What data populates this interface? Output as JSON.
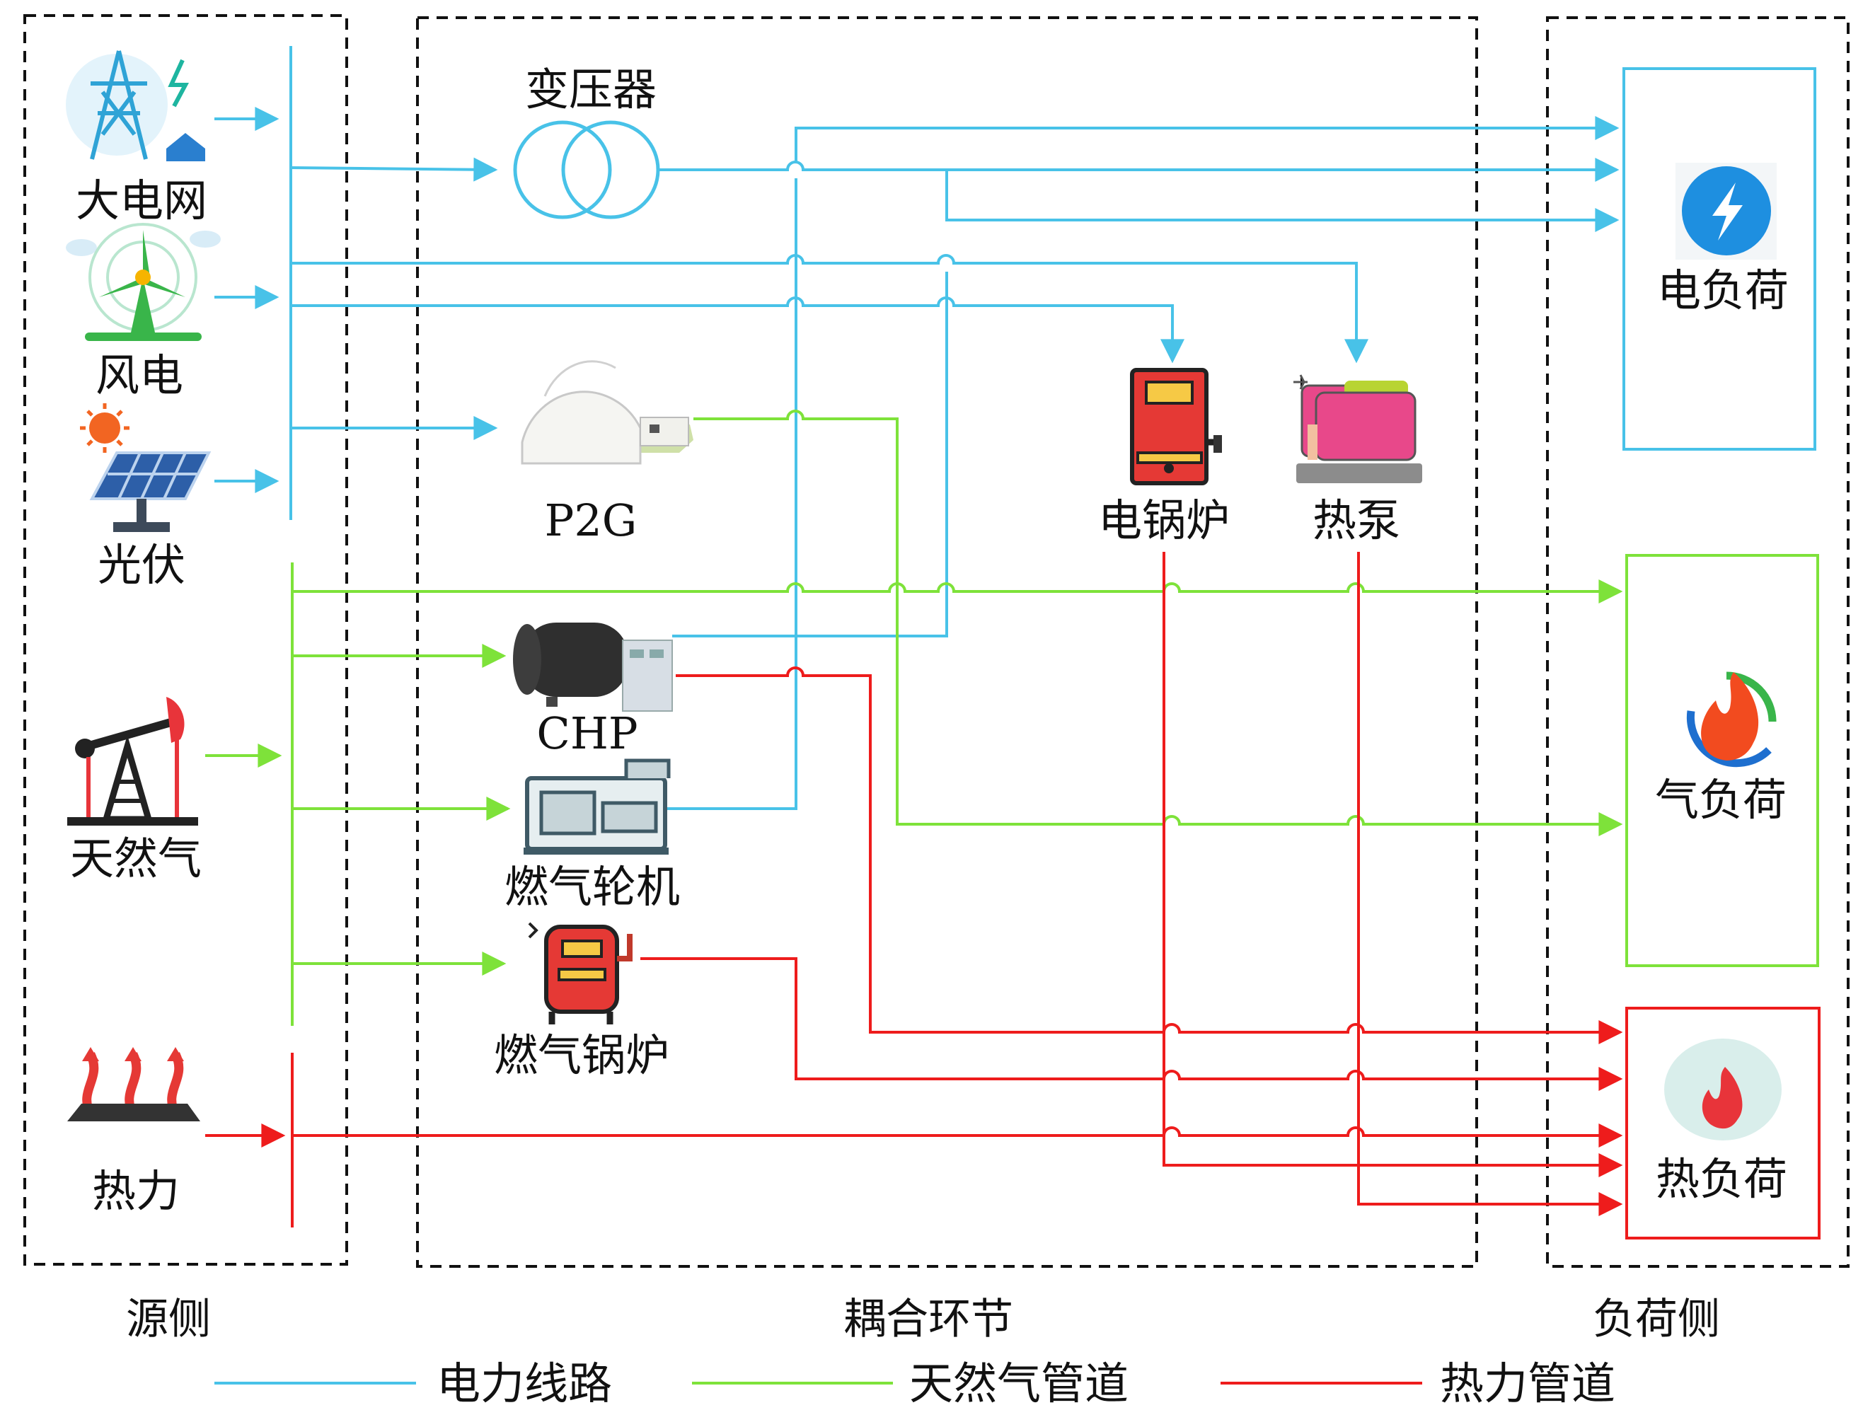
{
  "sections": {
    "source": "源侧",
    "coupling": "耦合环节",
    "load": "负荷侧"
  },
  "sources": {
    "grid": "大电网",
    "wind": "风电",
    "pv": "光伏",
    "gas": "天然气",
    "heat": "热力"
  },
  "devices": {
    "transformer": "变压器",
    "p2g": "P2G",
    "chp": "CHP",
    "gas_turbine": "燃气轮机",
    "gas_boiler": "燃气锅炉",
    "electric_boiler": "电锅炉",
    "heat_pump": "热泵"
  },
  "loads": {
    "electric": "电负荷",
    "gas": "气负荷",
    "heat": "热负荷"
  },
  "legend": {
    "electric": "电力线路",
    "gas": "天然气管道",
    "heat": "热力管道"
  },
  "colors": {
    "electric": "#48c2e8",
    "gas": "#7ee23a",
    "heat": "#ee1c1c"
  }
}
